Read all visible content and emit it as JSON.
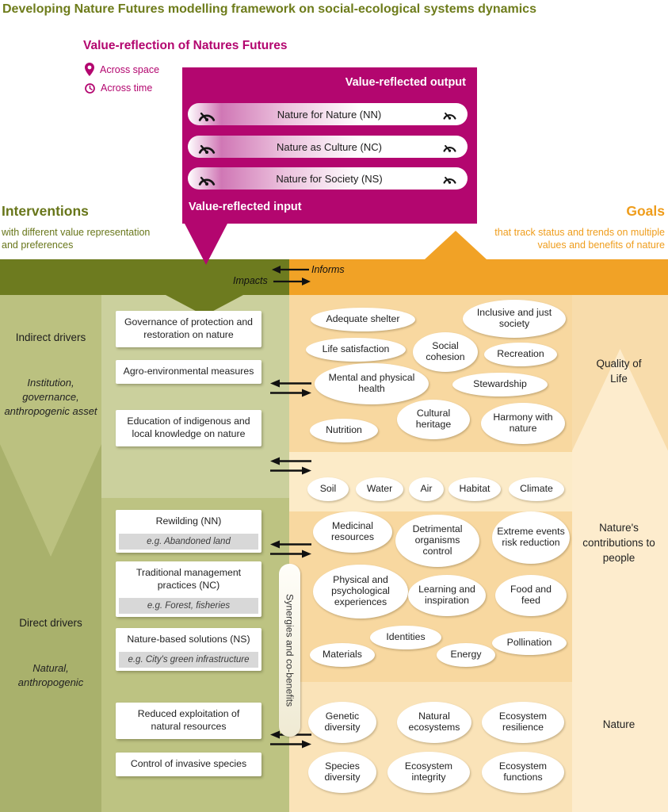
{
  "title": "Developing Nature Futures modelling framework on social-ecological systems dynamics",
  "value_reflection": {
    "heading": "Value-reflection of Natures Futures",
    "across_space": "Across space",
    "across_time": "Across time",
    "output_label": "Value-reflected output",
    "input_label": "Value-reflected input",
    "scenarios": [
      "Nature for Nature (NN)",
      "Nature as Culture (NC)",
      "Nature for Society (NS)"
    ]
  },
  "interventions": {
    "heading": "Interventions",
    "subtitle": "with different value representation and preferences"
  },
  "goals": {
    "heading": "Goals",
    "subtitle": "that track status and trends on multiple values and benefits of nature"
  },
  "flow": {
    "informs": "Informs",
    "impacts": "Impacts"
  },
  "left_drivers": {
    "indirect_label": "Indirect drivers",
    "indirect_sub": "Institution, governance, anthropogenic asset",
    "direct_label": "Direct drivers",
    "direct_sub": "Natural, anthropogenic"
  },
  "intervention_boxes": {
    "governance": "Governance of protection and restoration on nature",
    "agro": "Agro-environmental measures",
    "education": "Education of indigenous and local knowledge on nature",
    "rewilding": "Rewilding (NN)",
    "rewilding_eg": "e.g. Abandoned land",
    "traditional": "Traditional management practices (NC)",
    "traditional_eg": "e.g. Forest, fisheries",
    "nbs": "Nature-based solutions (NS)",
    "nbs_eg": "e.g. City's green infrastructure",
    "reduced": "Reduced exploitation of natural resources",
    "invasive": "Control of invasive species"
  },
  "synergies_label": "Synergies and co-benefits",
  "qol": {
    "section_label": "Quality of Life",
    "items": [
      "Adequate shelter",
      "Inclusive and just society",
      "Life satisfaction",
      "Social cohesion",
      "Recreation",
      "Mental and physical health",
      "Stewardship",
      "Nutrition",
      "Cultural heritage",
      "Harmony with nature"
    ]
  },
  "env": {
    "items": [
      "Soil",
      "Water",
      "Air",
      "Habitat",
      "Climate"
    ]
  },
  "ncp": {
    "section_label": "Nature's contributions to people",
    "items": [
      "Medicinal resources",
      "Detrimental organisms control",
      "Extreme events risk reduction",
      "Physical and psychological experiences",
      "Learning and inspiration",
      "Food and feed",
      "Identities",
      "Pollination",
      "Materials",
      "Energy"
    ]
  },
  "nature": {
    "section_label": "Nature",
    "items": [
      "Genetic diversity",
      "Natural ecosystems",
      "Ecosystem resilience",
      "Species diversity",
      "Ecosystem integrity",
      "Ecosystem functions"
    ]
  },
  "colors": {
    "magenta": "#b3066f",
    "olive_dark": "#6d7b1f",
    "olive_heading": "#68761a",
    "orange": "#f1a226",
    "orange_text": "#ef9d1c"
  }
}
